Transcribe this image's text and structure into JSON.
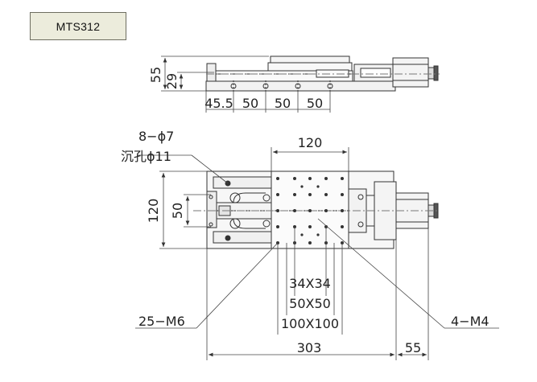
{
  "model": "MTS312",
  "side_view": {
    "height_total": "55",
    "height_table": "29",
    "bottom_dims": [
      "45.5",
      "50",
      "50",
      "50"
    ]
  },
  "top_view": {
    "top_width": "120",
    "left_height": "120",
    "left_inner": "50",
    "callout_holes": "8−ϕ7",
    "callout_counterbore": "沉孔ϕ11",
    "grid_34": "34X34",
    "grid_50": "50X50",
    "grid_100": "100X100",
    "bottom_length": "303",
    "bottom_motor": "55",
    "callout_m6": "25−M6",
    "callout_m4": "4−M4"
  }
}
